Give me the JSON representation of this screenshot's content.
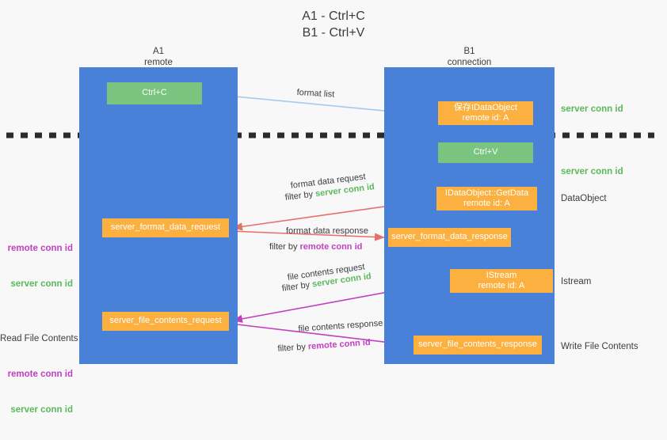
{
  "title": "A1 - Ctrl+C\nB1 - Ctrl+V",
  "columns": {
    "a1": {
      "name": "A1",
      "role": "remote",
      "header": "A1\nremote"
    },
    "b1": {
      "name": "B1",
      "role": "connection",
      "header": "B1\nconnection"
    }
  },
  "boxes": {
    "ctrl_c": {
      "label": "Ctrl+C",
      "color": "#7ac47f",
      "kind": "green"
    },
    "idataobject": {
      "label": "保存IDataObject\nremote id: A",
      "color": "#fbb040",
      "kind": "orange"
    },
    "ctrl_v": {
      "label": "Ctrl+V",
      "color": "#7ac47f",
      "kind": "green"
    },
    "getdata": {
      "label": "IDataObject::GetData\nremote id: A",
      "color": "#fbb040",
      "kind": "orange"
    },
    "format_data_request": {
      "label": "server_format_data_request",
      "color": "#fbb040",
      "kind": "orange"
    },
    "format_data_response": {
      "label": "server_format_data_response",
      "color": "#fbb040",
      "kind": "orange"
    },
    "istream": {
      "label": "IStream\nremote id: A",
      "color": "#fbb040",
      "kind": "orange"
    },
    "file_contents_request": {
      "label": "server_file_contents_request",
      "color": "#fbb040",
      "kind": "orange"
    },
    "file_contents_response": {
      "label": "server_file_contents_response",
      "color": "#fbb040",
      "kind": "orange"
    }
  },
  "right_notes": {
    "server_conn_id_1": "server conn id",
    "server_conn_id_2": "server conn id",
    "dataobject": "DataObject",
    "istream": "Istream",
    "write_file_contents": "Write File Contents"
  },
  "left_notes": {
    "format": {
      "remote": "remote conn id",
      "server": "server conn id"
    },
    "read": {
      "heading": "Read File Contents",
      "remote": "remote conn id",
      "server": "server conn id"
    }
  },
  "arrow_labels": {
    "format_list": "format list",
    "format_data_request": "format data request",
    "format_data_request_filter_prefix": "filter by ",
    "format_data_request_filter_value": "server conn id",
    "format_data_response": "format data response",
    "format_data_response_filter_prefix": "filter by ",
    "format_data_response_filter_value": "remote conn id",
    "file_contents_request": "file contents request",
    "file_contents_request_filter_prefix": "filter by ",
    "file_contents_request_filter_value": "server conn id",
    "file_contents_response": "file contents response",
    "file_contents_response_filter_prefix": "filter by ",
    "file_contents_response_filter_value": "remote conn id"
  },
  "colors": {
    "lane": "#4a81d8",
    "green_box": "#7ac47f",
    "orange_box": "#fbb040",
    "green_text": "#5cb85c",
    "purple_text": "#c23fc2",
    "arrow_lightblue": "#a5c9ee",
    "arrow_red": "#e8706a",
    "arrow_magenta": "#c23fc2",
    "arrow_black": "#1a1a1a",
    "divider": "#2b2b2b",
    "background": "#f8f8f8"
  }
}
